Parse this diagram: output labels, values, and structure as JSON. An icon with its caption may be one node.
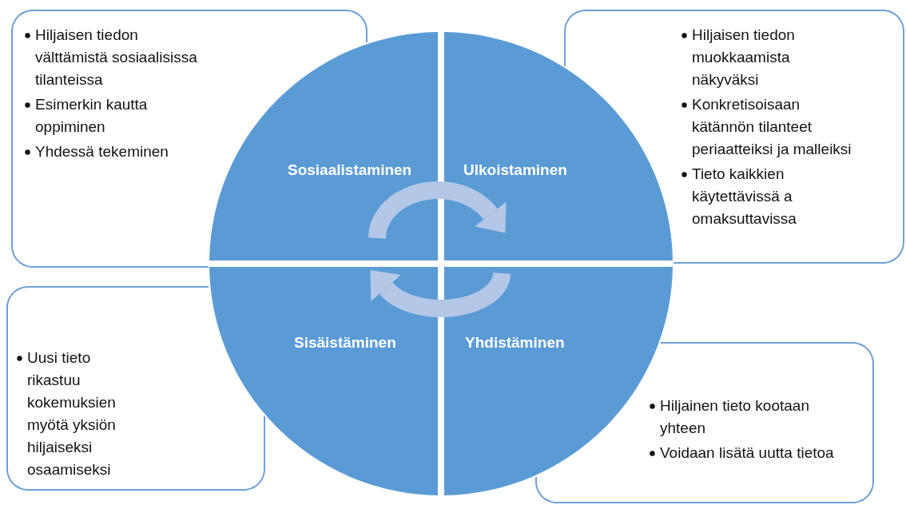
{
  "diagram": {
    "nodes": [
      {
        "text": [
          "Hiljaisen tiedon välttämistä sosiaalisissa tilanteissa",
          "Esimerkin kautta oppiminen",
          "Yhdessä tekeminen"
        ]
      },
      {
        "text": [
          "Hiljaisen tiedon muokkaamista näkyväksi",
          "Konkretisoisaan kätännön tilanteet periaatteiksi ja malleiksi",
          "Tieto kaikkien käytettävissä a omaksuttavissa"
        ]
      },
      {
        "text": [
          "Sosiaalistaminen"
        ]
      },
      {
        "text": [
          "Ulkoistaminen"
        ]
      },
      {
        "text": [
          "Sisäistäminen"
        ]
      },
      {
        "text": [
          "Yhdistäminen"
        ]
      },
      {
        "text": [
          "Uusi tieto rikastuu kokemuksien myötä yksiön hiljaiseksi osaamiseksi"
        ]
      },
      {
        "text": [
          "Hiljainen tieto kootaan yhteen",
          "Voidaan lisätä uutta tietoa"
        ]
      }
    ],
    "edges": [
      {
        "from": 2,
        "to": 3,
        "arrow": "to"
      },
      {
        "from": 5,
        "to": 4,
        "arrow": "to"
      }
    ]
  }
}
